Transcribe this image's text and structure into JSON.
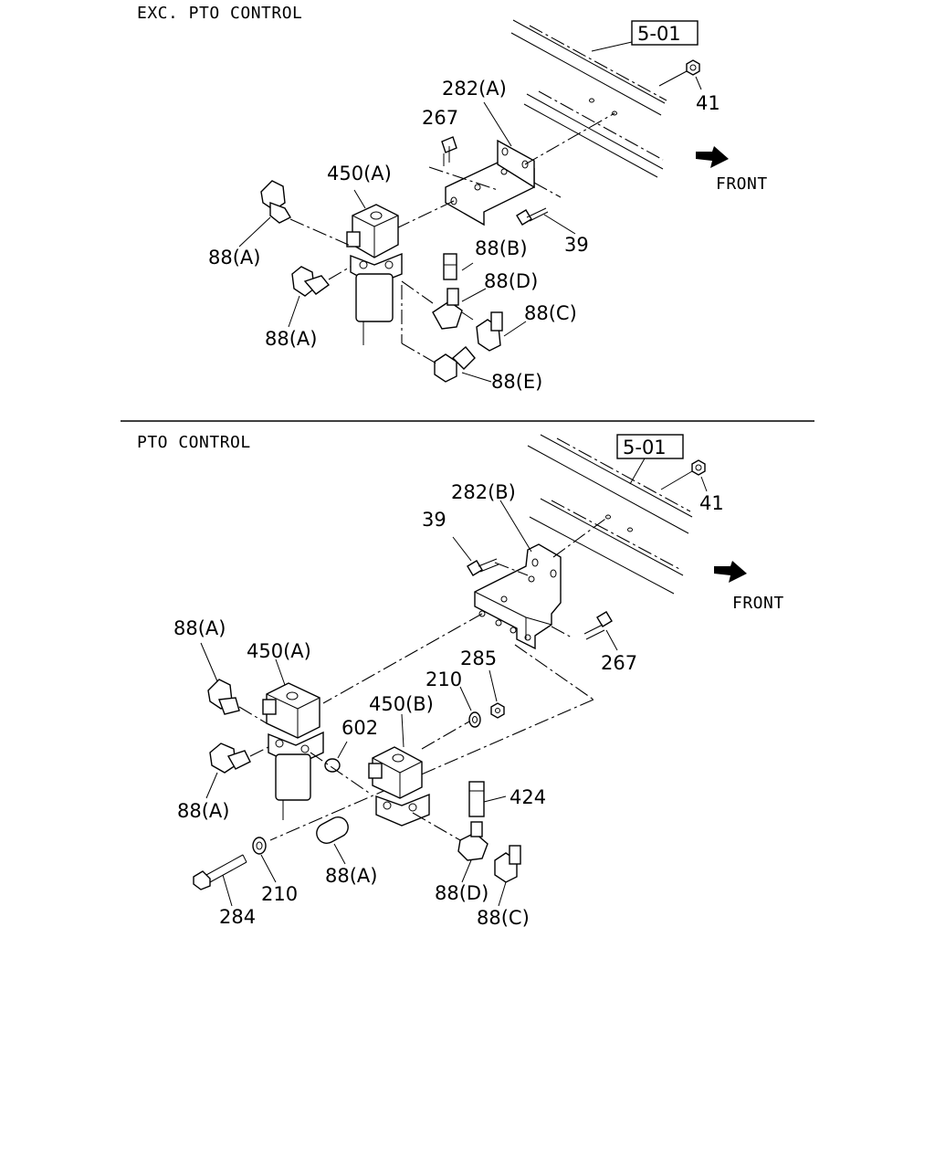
{
  "sections": {
    "top": {
      "title": "EXC. PTO CONTROL",
      "ref_box": "5-01",
      "front_label": "FRONT",
      "labels": {
        "nut": "41",
        "bracket": "282(A)",
        "bolt_top": "267",
        "valve": "450(A)",
        "fitting_a1": "88(A)",
        "fitting_a2": "88(A)",
        "bolt_bottom": "39",
        "fitting_b": "88(B)",
        "fitting_d": "88(D)",
        "fitting_c": "88(C)",
        "fitting_e": "88(E)"
      }
    },
    "bottom": {
      "title": "PTO CONTROL",
      "ref_box": "5-01",
      "front_label": "FRONT",
      "labels": {
        "nut": "41",
        "bracket": "282(B)",
        "bolt_39": "39",
        "fitting_a_top": "88(A)",
        "valve_a": "450(A)",
        "bolt_267": "267",
        "nut_285": "285",
        "washer_210_top": "210",
        "valve_b": "450(B)",
        "oring": "602",
        "fitting_a_left": "88(A)",
        "spacer": "424",
        "long_bolt": "284",
        "washer_210_bottom": "210",
        "fitting_a_bottom": "88(A)",
        "fitting_d": "88(D)",
        "fitting_c": "88(C)"
      }
    }
  }
}
